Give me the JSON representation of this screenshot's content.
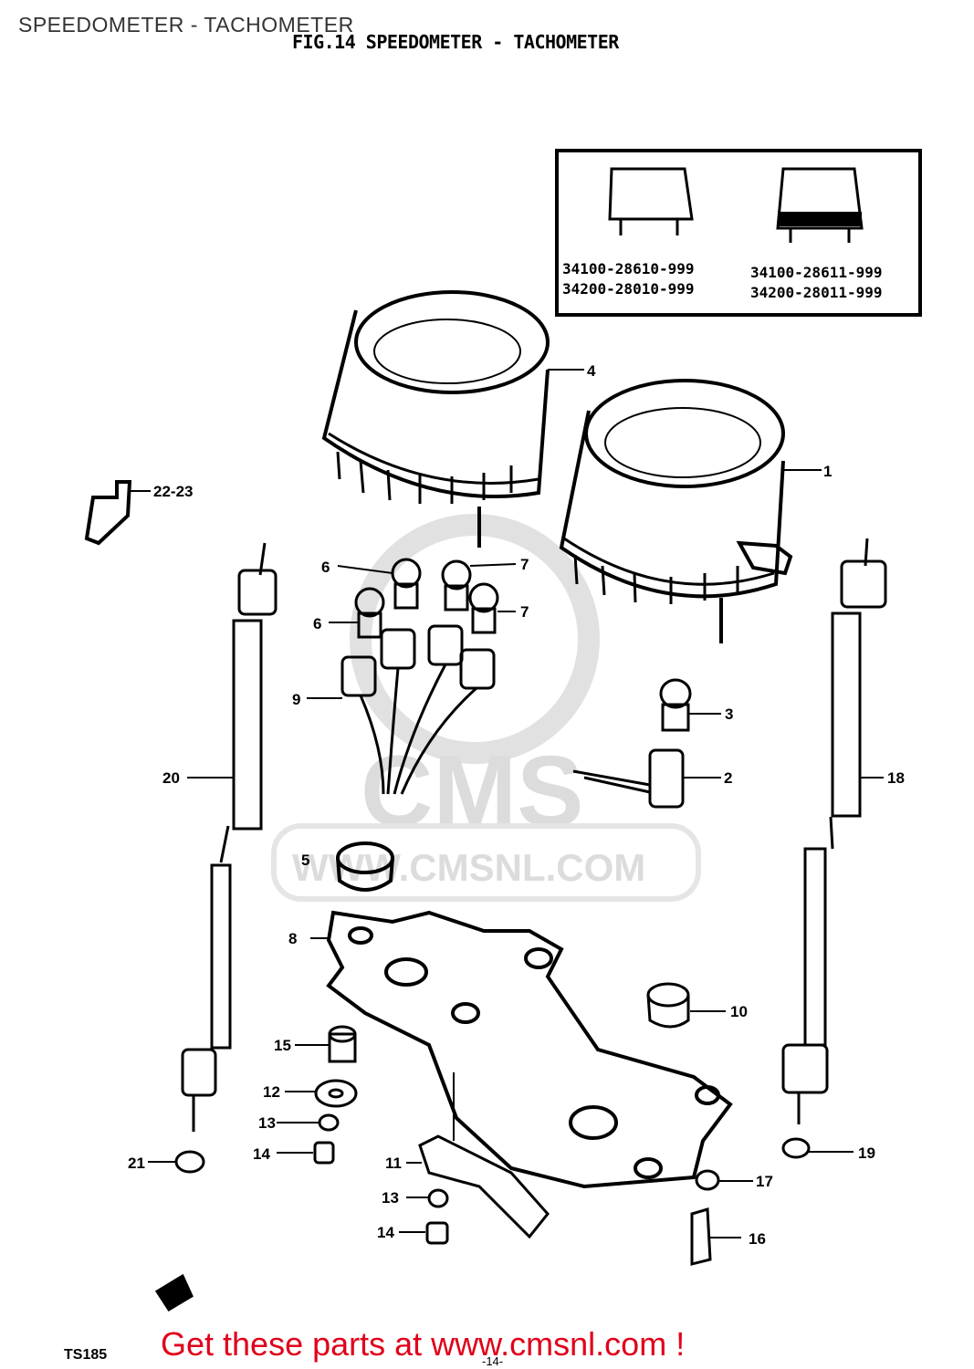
{
  "page": {
    "caption": "SPEEDOMETER - TACHOMETER",
    "figure_title": "FIG.14  SPEEDOMETER - TACHOMETER",
    "model_code": "TS185",
    "page_number": "-14-",
    "footer_link_text": "Get these parts at www.cmsnl.com !"
  },
  "watermark": {
    "brand": "CMS",
    "url": "WWW.CMSNL.COM"
  },
  "inset": {
    "part_numbers": {
      "left_1": "34100-28610-999",
      "left_2": "34200-28010-999",
      "right_1": "34100-28611-999",
      "right_2": "34200-28011-999"
    }
  },
  "callouts": {
    "c1": "1",
    "c2": "2",
    "c3": "3",
    "c4": "4",
    "c5": "5",
    "c6a": "6",
    "c6b": "6",
    "c7": "7",
    "c7b": "7",
    "c8": "8",
    "c9": "9",
    "c10": "10",
    "c11": "11",
    "c12": "12",
    "c13a": "13",
    "c13b": "13",
    "c14a": "14",
    "c14b": "14",
    "c15": "15",
    "c16": "16",
    "c17": "17",
    "c18": "18",
    "c19": "19",
    "c20": "20",
    "c21": "21",
    "c2223": "22-23"
  },
  "colors": {
    "footer_link": "#e0001a",
    "line_art": "#000000",
    "watermark": "#d9d9d9"
  }
}
